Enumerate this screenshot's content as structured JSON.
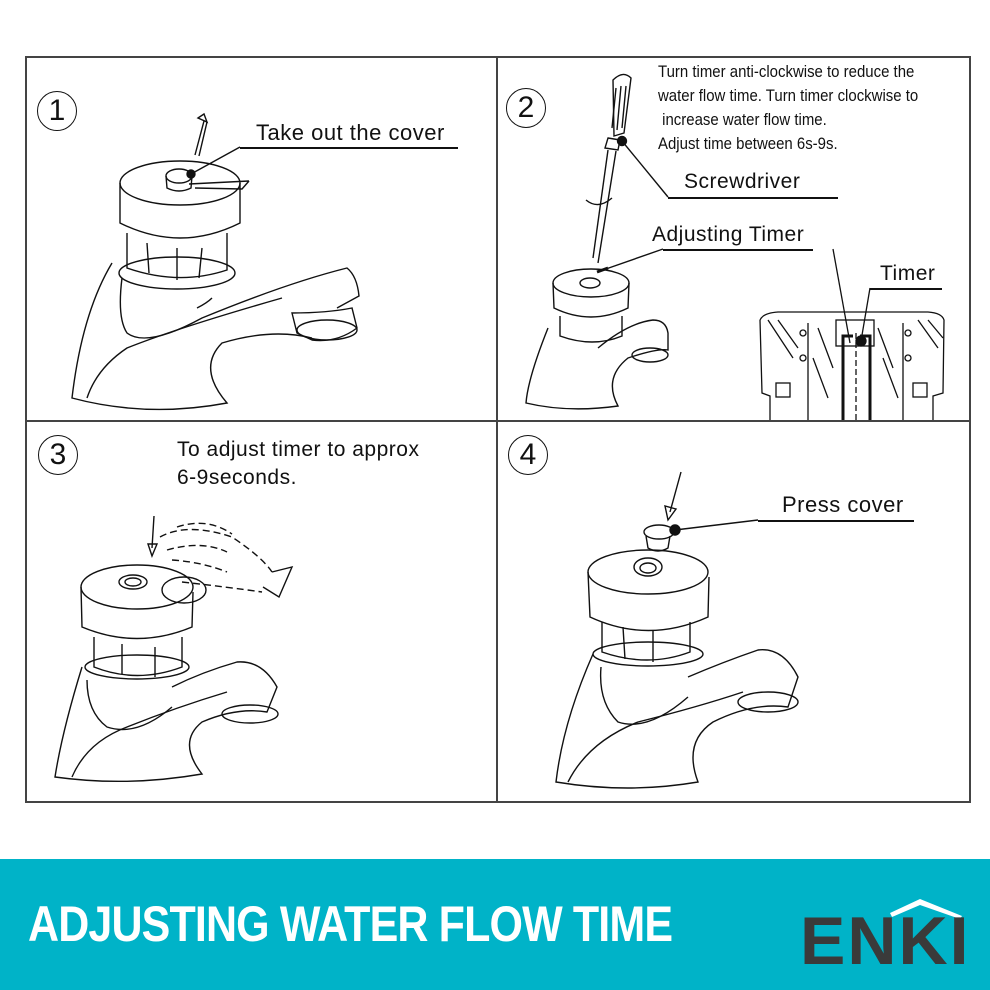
{
  "panels": [
    {
      "step": "1",
      "labels": {
        "cover": "Take out the cover"
      }
    },
    {
      "step": "2",
      "instructions": [
        "Turn timer anti-clockwise to reduce the",
        "water flow time. Turn timer clockwise to",
        " increase water flow time.",
        "Adjust time between 6s-9s."
      ],
      "labels": {
        "screwdriver": "Screwdriver",
        "adjusting_timer": "Adjusting Timer",
        "timer": "Timer"
      }
    },
    {
      "step": "3",
      "instructions": [
        "To adjust timer to approx",
        "6-9seconds."
      ]
    },
    {
      "step": "4",
      "labels": {
        "press": "Press cover"
      }
    }
  ],
  "banner": {
    "title": "ADJUSTING WATER FLOW TIME",
    "logo": "ENKI",
    "background_color": "#00b3c8",
    "title_color": "#ffffff",
    "logo_color": "#3a3a3a"
  }
}
